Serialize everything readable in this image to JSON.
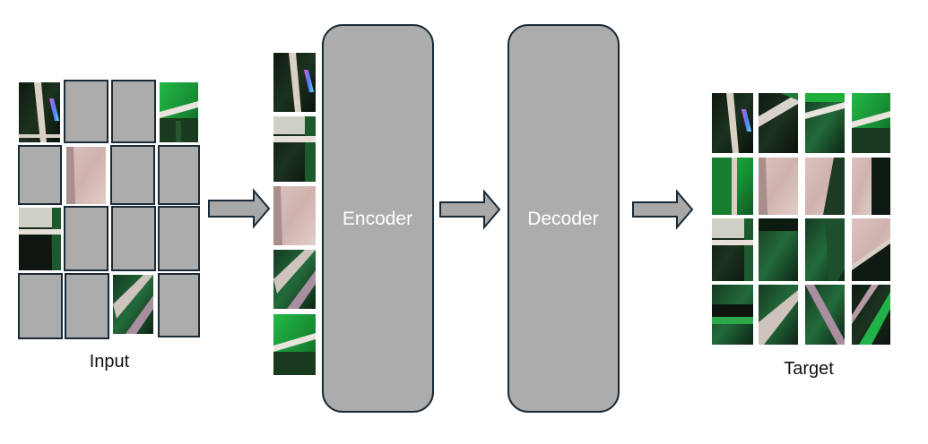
{
  "labels": {
    "input": "Input",
    "encoder": "Encoder",
    "decoder": "Decoder",
    "target": "Target"
  },
  "colors": {
    "block_fill": "#acacac",
    "block_stroke": "#1a2a36",
    "arrow_fill": "#a8a8a8",
    "label_text_on_block": "#ffffff",
    "label_text": "#111111",
    "satellite_dark": "#101a12",
    "satellite_green": "#1fae3c",
    "satellite_field": "#d7b8b6",
    "satellite_pale": "#e8e3dc"
  },
  "input_grid": {
    "rows": 4,
    "cols": 4,
    "masked": [
      [
        false,
        true,
        true,
        false
      ],
      [
        true,
        false,
        true,
        true
      ],
      [
        false,
        true,
        true,
        true
      ],
      [
        true,
        true,
        false,
        true
      ]
    ]
  },
  "visible_patch_count": 5,
  "target_grid": {
    "rows": 4,
    "cols": 4
  }
}
